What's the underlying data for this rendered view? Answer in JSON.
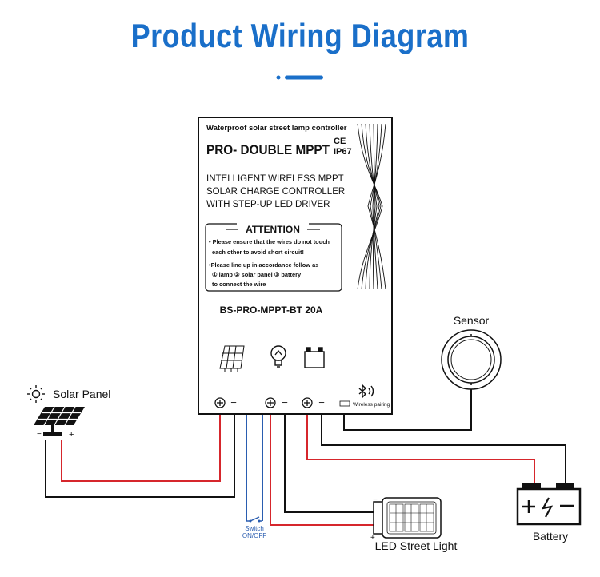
{
  "title": "Product Wiring Diagram",
  "colors": {
    "title": "#1a6fc9",
    "red_wire": "#d6262c",
    "blue_wire": "#2a5db0",
    "black_wire": "#111111"
  },
  "controller": {
    "header": "Waterproof solar street lamp controller",
    "model_brand": "PRO- DOUBLE MPPT",
    "ce": "CE",
    "ip": "IP67",
    "desc": [
      "INTELLIGENT WIRELESS MPPT",
      "SOLAR CHARGE CONTROLLER",
      "WITH STEP-UP LED DRIVER"
    ],
    "attention_title": "ATTENTION",
    "attention_lines": [
      "• Please ensure that the wires do not touch",
      "  each other to avoid short circuit!",
      "•Please line up in accordance follow as",
      "  ① lamp ② solar panel ③ battery",
      "to connect the wire"
    ],
    "model": "BS-PRO-MPPT-BT 20A",
    "wireless": "Wireless pairing"
  },
  "labels": {
    "solar_panel": "Solar Panel",
    "sensor": "Sensor",
    "battery": "Battery",
    "led": "LED Street Light",
    "switch_1": "Switch",
    "switch_2": "ON/OFF",
    "plus": "+",
    "minus": "−",
    "pos_mark": "⊕"
  }
}
